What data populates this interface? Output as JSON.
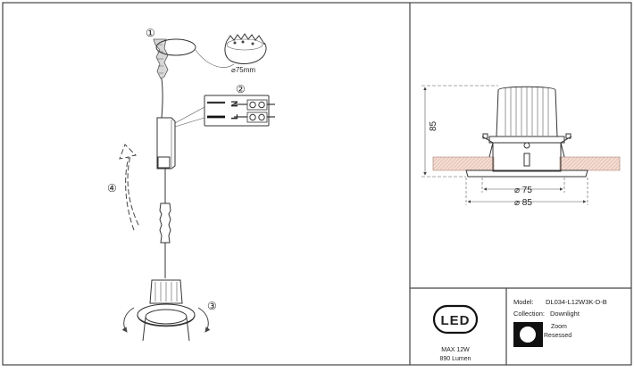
{
  "install": {
    "step1": "①",
    "step2": "②",
    "step3": "③",
    "step4": "④",
    "hole_label": "⌀75mm",
    "terminal_n": "N",
    "terminal_l": "L"
  },
  "dimensions": {
    "height": "85",
    "cutout": "⌀ 75",
    "diameter": "⌀ 85"
  },
  "badge": {
    "logo": "LED",
    "power": "MAX 12W",
    "lumen": "890 Lumen"
  },
  "spec": {
    "model_label": "Model:",
    "model_value": "DL034-L12W3K-D-B",
    "collection_label": "Collection:",
    "collection_value": "Downlight",
    "feature_1": "Zoom",
    "feature_2": "Resessed"
  },
  "colors": {
    "frame": "#444444",
    "line": "#333333",
    "ceiling_hatch": "#e0b8a8"
  }
}
